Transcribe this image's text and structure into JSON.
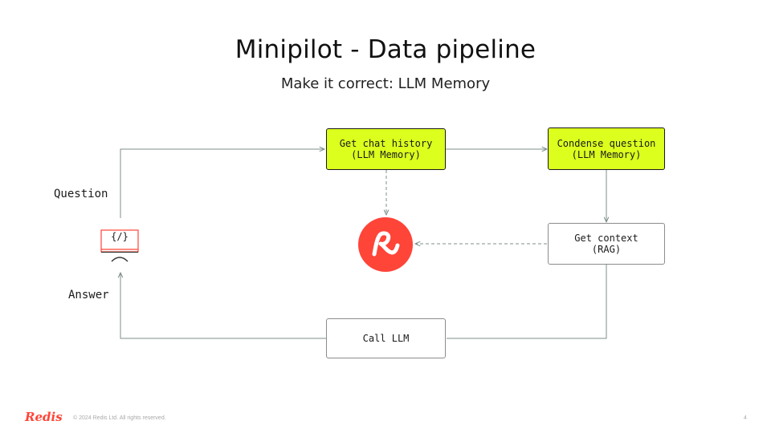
{
  "slide": {
    "title": "Minipilot - Data pipeline",
    "subtitle": "Make it correct: LLM Memory",
    "page_number": "4"
  },
  "nodes": {
    "chat_history": {
      "label": "Get chat history\n(LLM Memory)"
    },
    "condense": {
      "label": "Condense question\n(LLM Memory)"
    },
    "context": {
      "label": "Get context\n(RAG)"
    },
    "call_llm": {
      "label": "Call LLM"
    }
  },
  "edges": {
    "question_label": "Question",
    "answer_label": "Answer"
  },
  "client": {
    "code_glyph": "{/}",
    "icon": "laptop-code-icon"
  },
  "redis_icon": {
    "name": "redis-logo-icon",
    "color": "#FF4438"
  },
  "footer": {
    "brand": "Redis",
    "copyright": "© 2024 Redis Ltd. All rights reserved."
  },
  "colors": {
    "highlight": "#DCFF1E",
    "brand_red": "#FF4438",
    "connector": "#7d8f8a"
  }
}
